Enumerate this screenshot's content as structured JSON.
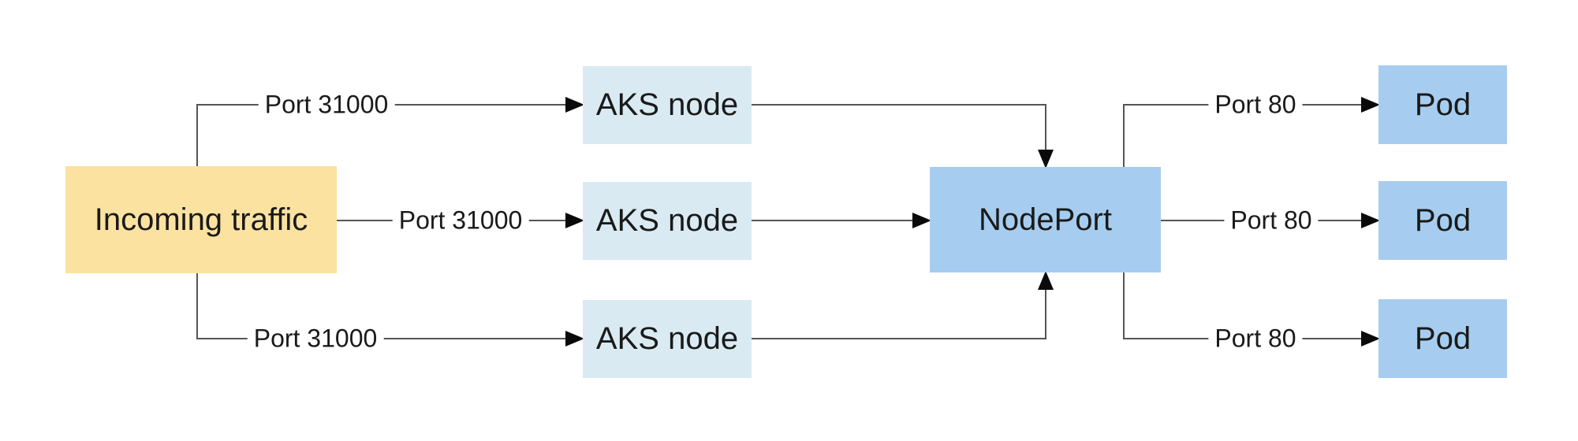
{
  "diagram": {
    "nodes": {
      "incoming": {
        "label": "Incoming traffic"
      },
      "aks_nodes": [
        {
          "label": "AKS node"
        },
        {
          "label": "AKS node"
        },
        {
          "label": "AKS node"
        }
      ],
      "nodeport": {
        "label": "NodePort"
      },
      "pods": [
        {
          "label": "Pod"
        },
        {
          "label": "Pod"
        },
        {
          "label": "Pod"
        }
      ]
    },
    "edges": {
      "incoming_to_aks": [
        {
          "label": "Port 31000"
        },
        {
          "label": "Port 31000"
        },
        {
          "label": "Port 31000"
        }
      ],
      "nodeport_to_pods": [
        {
          "label": "Port 80"
        },
        {
          "label": "Port 80"
        },
        {
          "label": "Port 80"
        }
      ]
    },
    "colors": {
      "incoming_fill": "#FBE2A1",
      "aks_node_fill": "#D9EAF2",
      "nodeport_fill": "#A6CDEF",
      "pod_fill": "#A6CDEF",
      "line": "#555555",
      "arrowhead": "#0A0A0A",
      "text": "#1A1A1A",
      "background": "#FFFFFF"
    }
  }
}
